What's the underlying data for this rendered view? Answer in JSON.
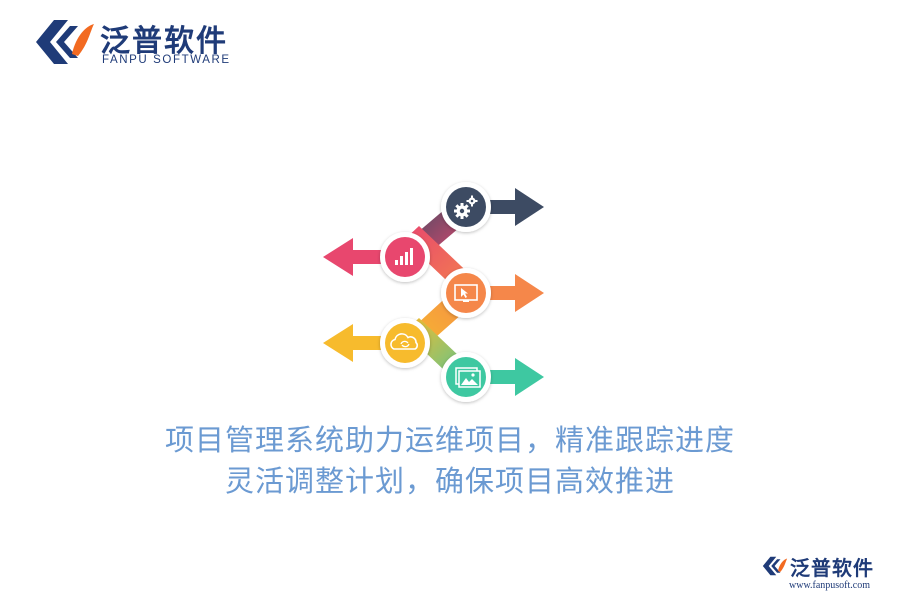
{
  "logo": {
    "brand_cn": "泛普软件",
    "brand_en": "FANPU SOFTWARE"
  },
  "infographic": {
    "steps": [
      {
        "icon": "gears-icon",
        "arrow_direction": "right",
        "color": "#3d4b63"
      },
      {
        "icon": "bar-chart-icon",
        "arrow_direction": "left",
        "color": "#e8476e"
      },
      {
        "icon": "screen-cursor-icon",
        "arrow_direction": "right",
        "color": "#f5874a"
      },
      {
        "icon": "cloud-sync-icon",
        "arrow_direction": "left",
        "color": "#f7bb2d"
      },
      {
        "icon": "image-gallery-icon",
        "arrow_direction": "right",
        "color": "#3ec8a1"
      }
    ]
  },
  "caption": {
    "line1": "项目管理系统助力运维项目，精准跟踪进度",
    "line2": "灵活调整计划，确保项目高效推进",
    "color": "#6b9ad2"
  },
  "watermark": {
    "brand_cn": "泛普软件",
    "url": "www.fanpusoft.com"
  }
}
